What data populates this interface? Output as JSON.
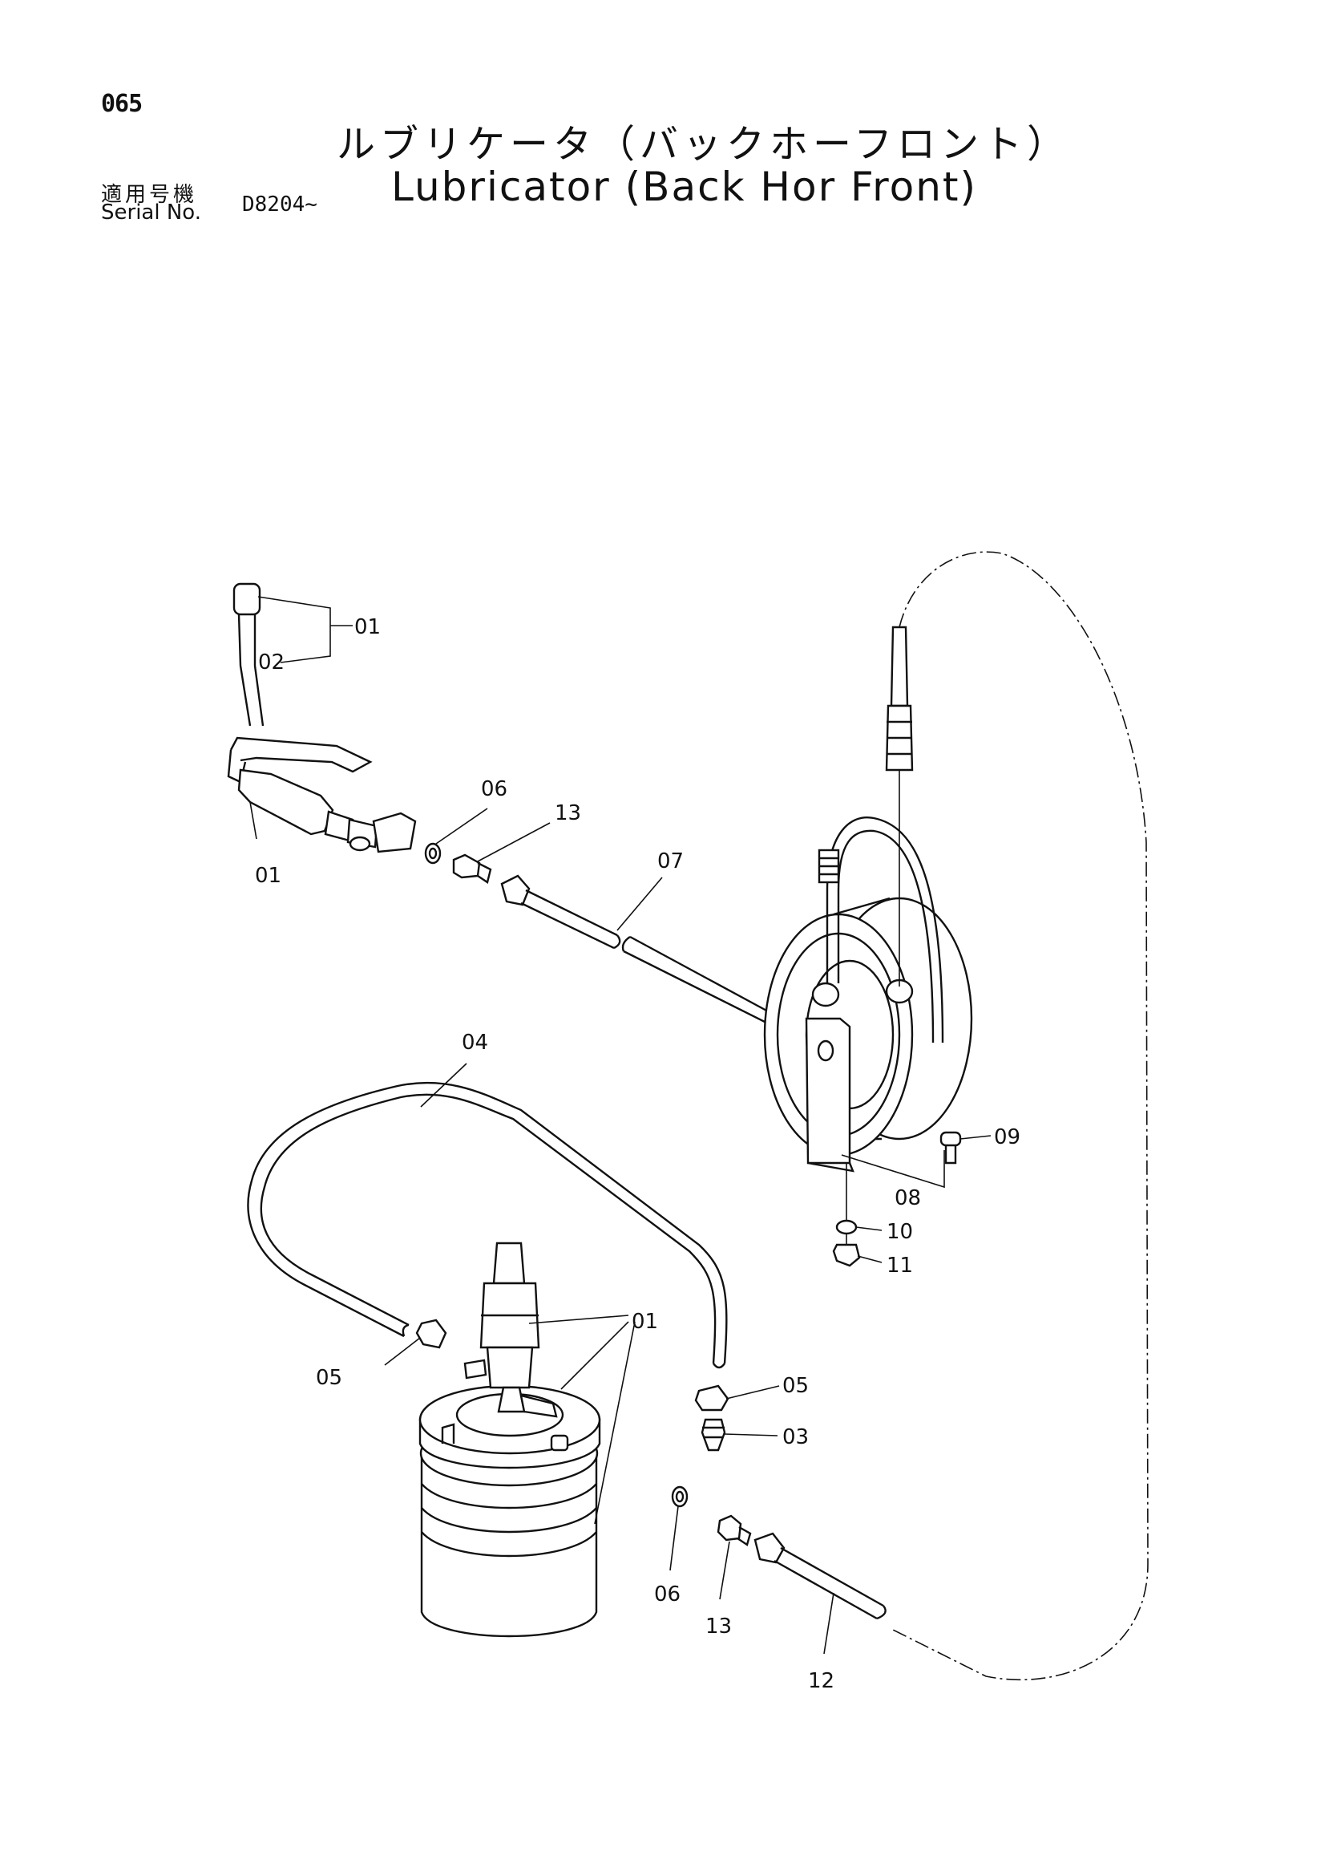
{
  "header": {
    "page_number": "065",
    "title_ja": "ルブリケータ（バックホーフロント）",
    "title_en": "Lubricator (Back Hor Front)",
    "serial_label_ja": "適用号機",
    "serial_label_en": "Serial No.",
    "serial_value": "D8204~"
  },
  "callouts": {
    "c01_gun_top": "01",
    "c02": "02",
    "c01_gun": "01",
    "c06_top": "06",
    "c13_top": "13",
    "c07": "07",
    "c04": "04",
    "c09": "09",
    "c08": "08",
    "c10": "10",
    "c11": "11",
    "c01_pump": "01",
    "c05_left": "05",
    "c05_right": "05",
    "c03": "03",
    "c06_bottom": "06",
    "c13_bottom": "13",
    "c12": "12"
  }
}
